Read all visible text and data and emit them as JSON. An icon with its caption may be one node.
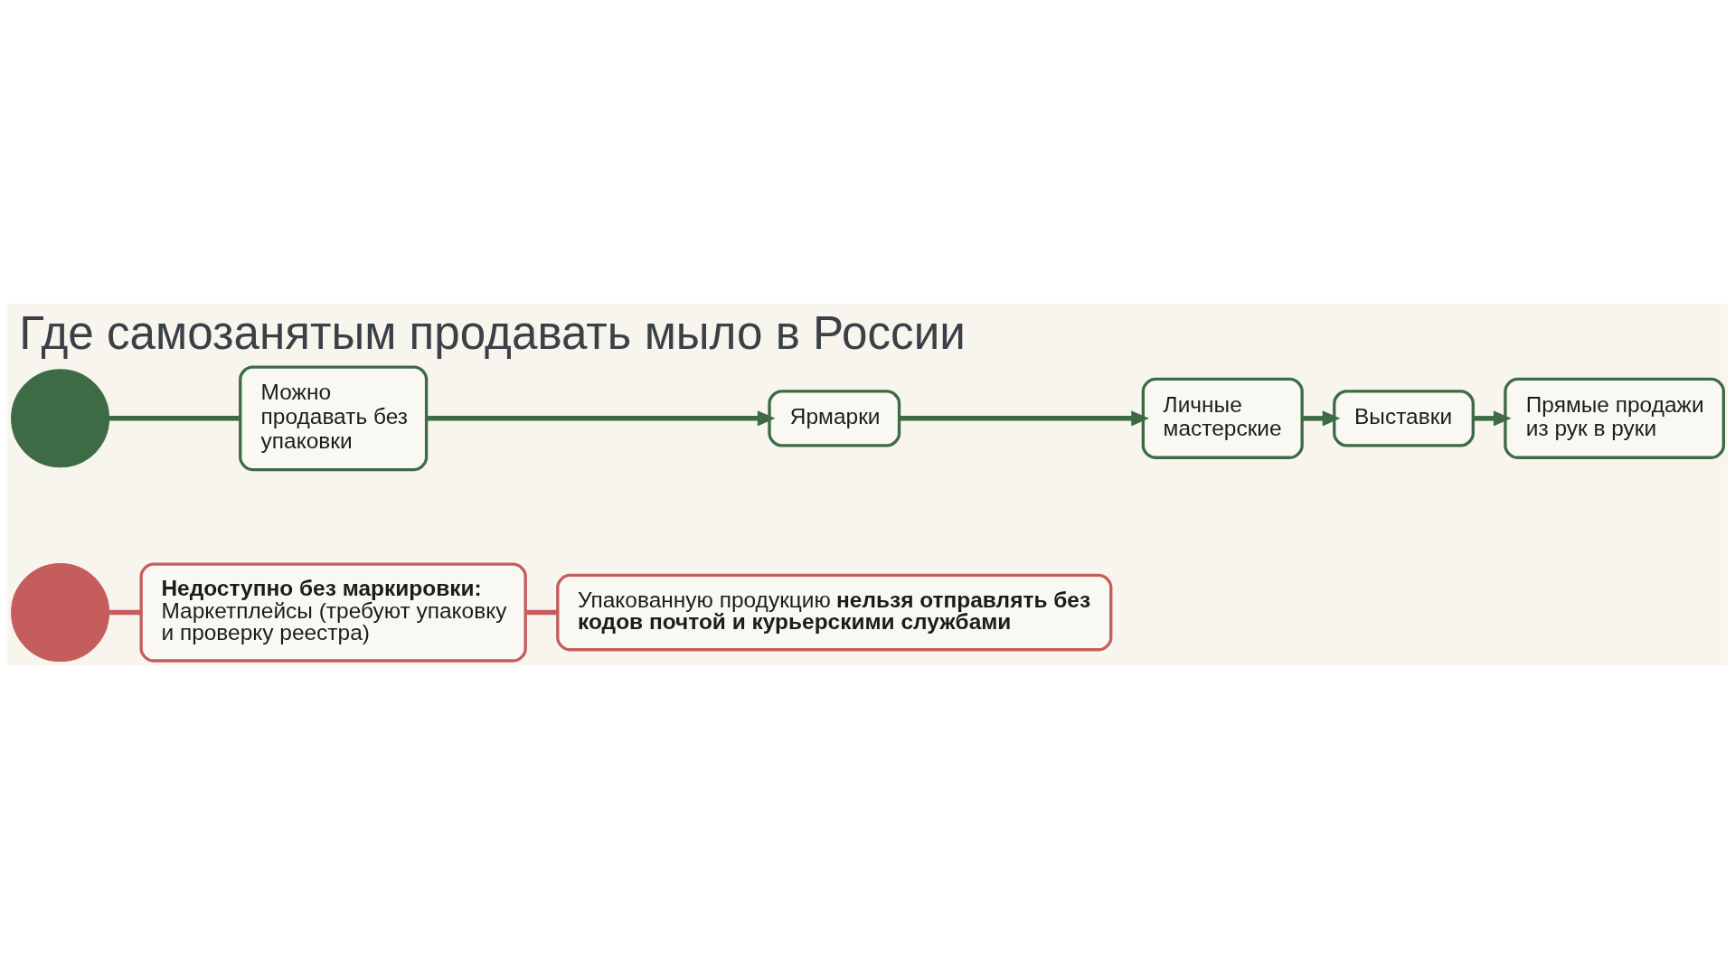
{
  "diagram": {
    "title": "Где самозанятым продавать мыло в России",
    "nodes": [
      {
        "text": [],
        "shape": "circle"
      },
      {
        "text": [
          "Можно продавать без упаковки"
        ]
      },
      {
        "text": [
          "Ярмарки"
        ]
      },
      {
        "text": [
          "Личные мастерские"
        ]
      },
      {
        "text": [
          "Выставки"
        ]
      },
      {
        "text": [
          "Прямые продажи из рук в руки"
        ]
      },
      {
        "text": [],
        "shape": "circle"
      },
      {
        "text": [
          "Недоступно без маркировки:",
          "Маркетплейсы (требуют упаковку и проверку реестра)"
        ]
      },
      {
        "text": [
          "Упакованную продукцию **нельзя отправлять без кодов почтой и курьерскими службами**"
        ]
      }
    ],
    "edges": [
      {
        "from": 0,
        "to": 1,
        "arrow": "none"
      },
      {
        "from": 1,
        "to": 2,
        "arrow": "to"
      },
      {
        "from": 2,
        "to": 3,
        "arrow": "to"
      },
      {
        "from": 3,
        "to": 4,
        "arrow": "to"
      },
      {
        "from": 4,
        "to": 5,
        "arrow": "to"
      },
      {
        "from": 6,
        "to": 7,
        "arrow": "none",
        "color": "#c65d5d"
      },
      {
        "from": 7,
        "to": 8,
        "arrow": "none",
        "color": "#c65d5d"
      }
    ]
  }
}
